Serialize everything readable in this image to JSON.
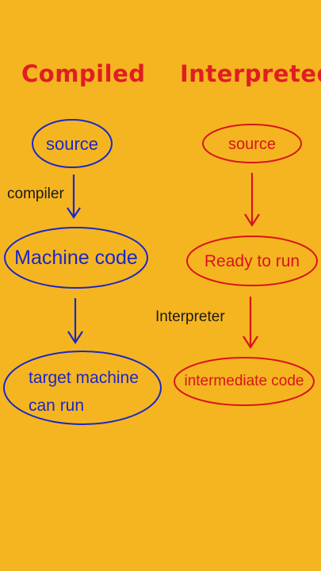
{
  "headings": {
    "compiled": "Compiled",
    "interpreted": "Interpreted"
  },
  "compiled": {
    "node_source": "source",
    "edge_compiler": "compiler",
    "node_machine_code": "Machine code",
    "node_target_line1": "target machine",
    "node_target_line2": "can run"
  },
  "interpreted": {
    "node_source": "source",
    "node_ready": "Ready to run",
    "edge_interpreter": "Interpreter",
    "node_intermediate": "intermediate code"
  },
  "colors": {
    "background": "#F5B520",
    "compiled_stroke": "#1A28C8",
    "interpreted_stroke": "#D8141C",
    "heading": "#E01E22"
  }
}
